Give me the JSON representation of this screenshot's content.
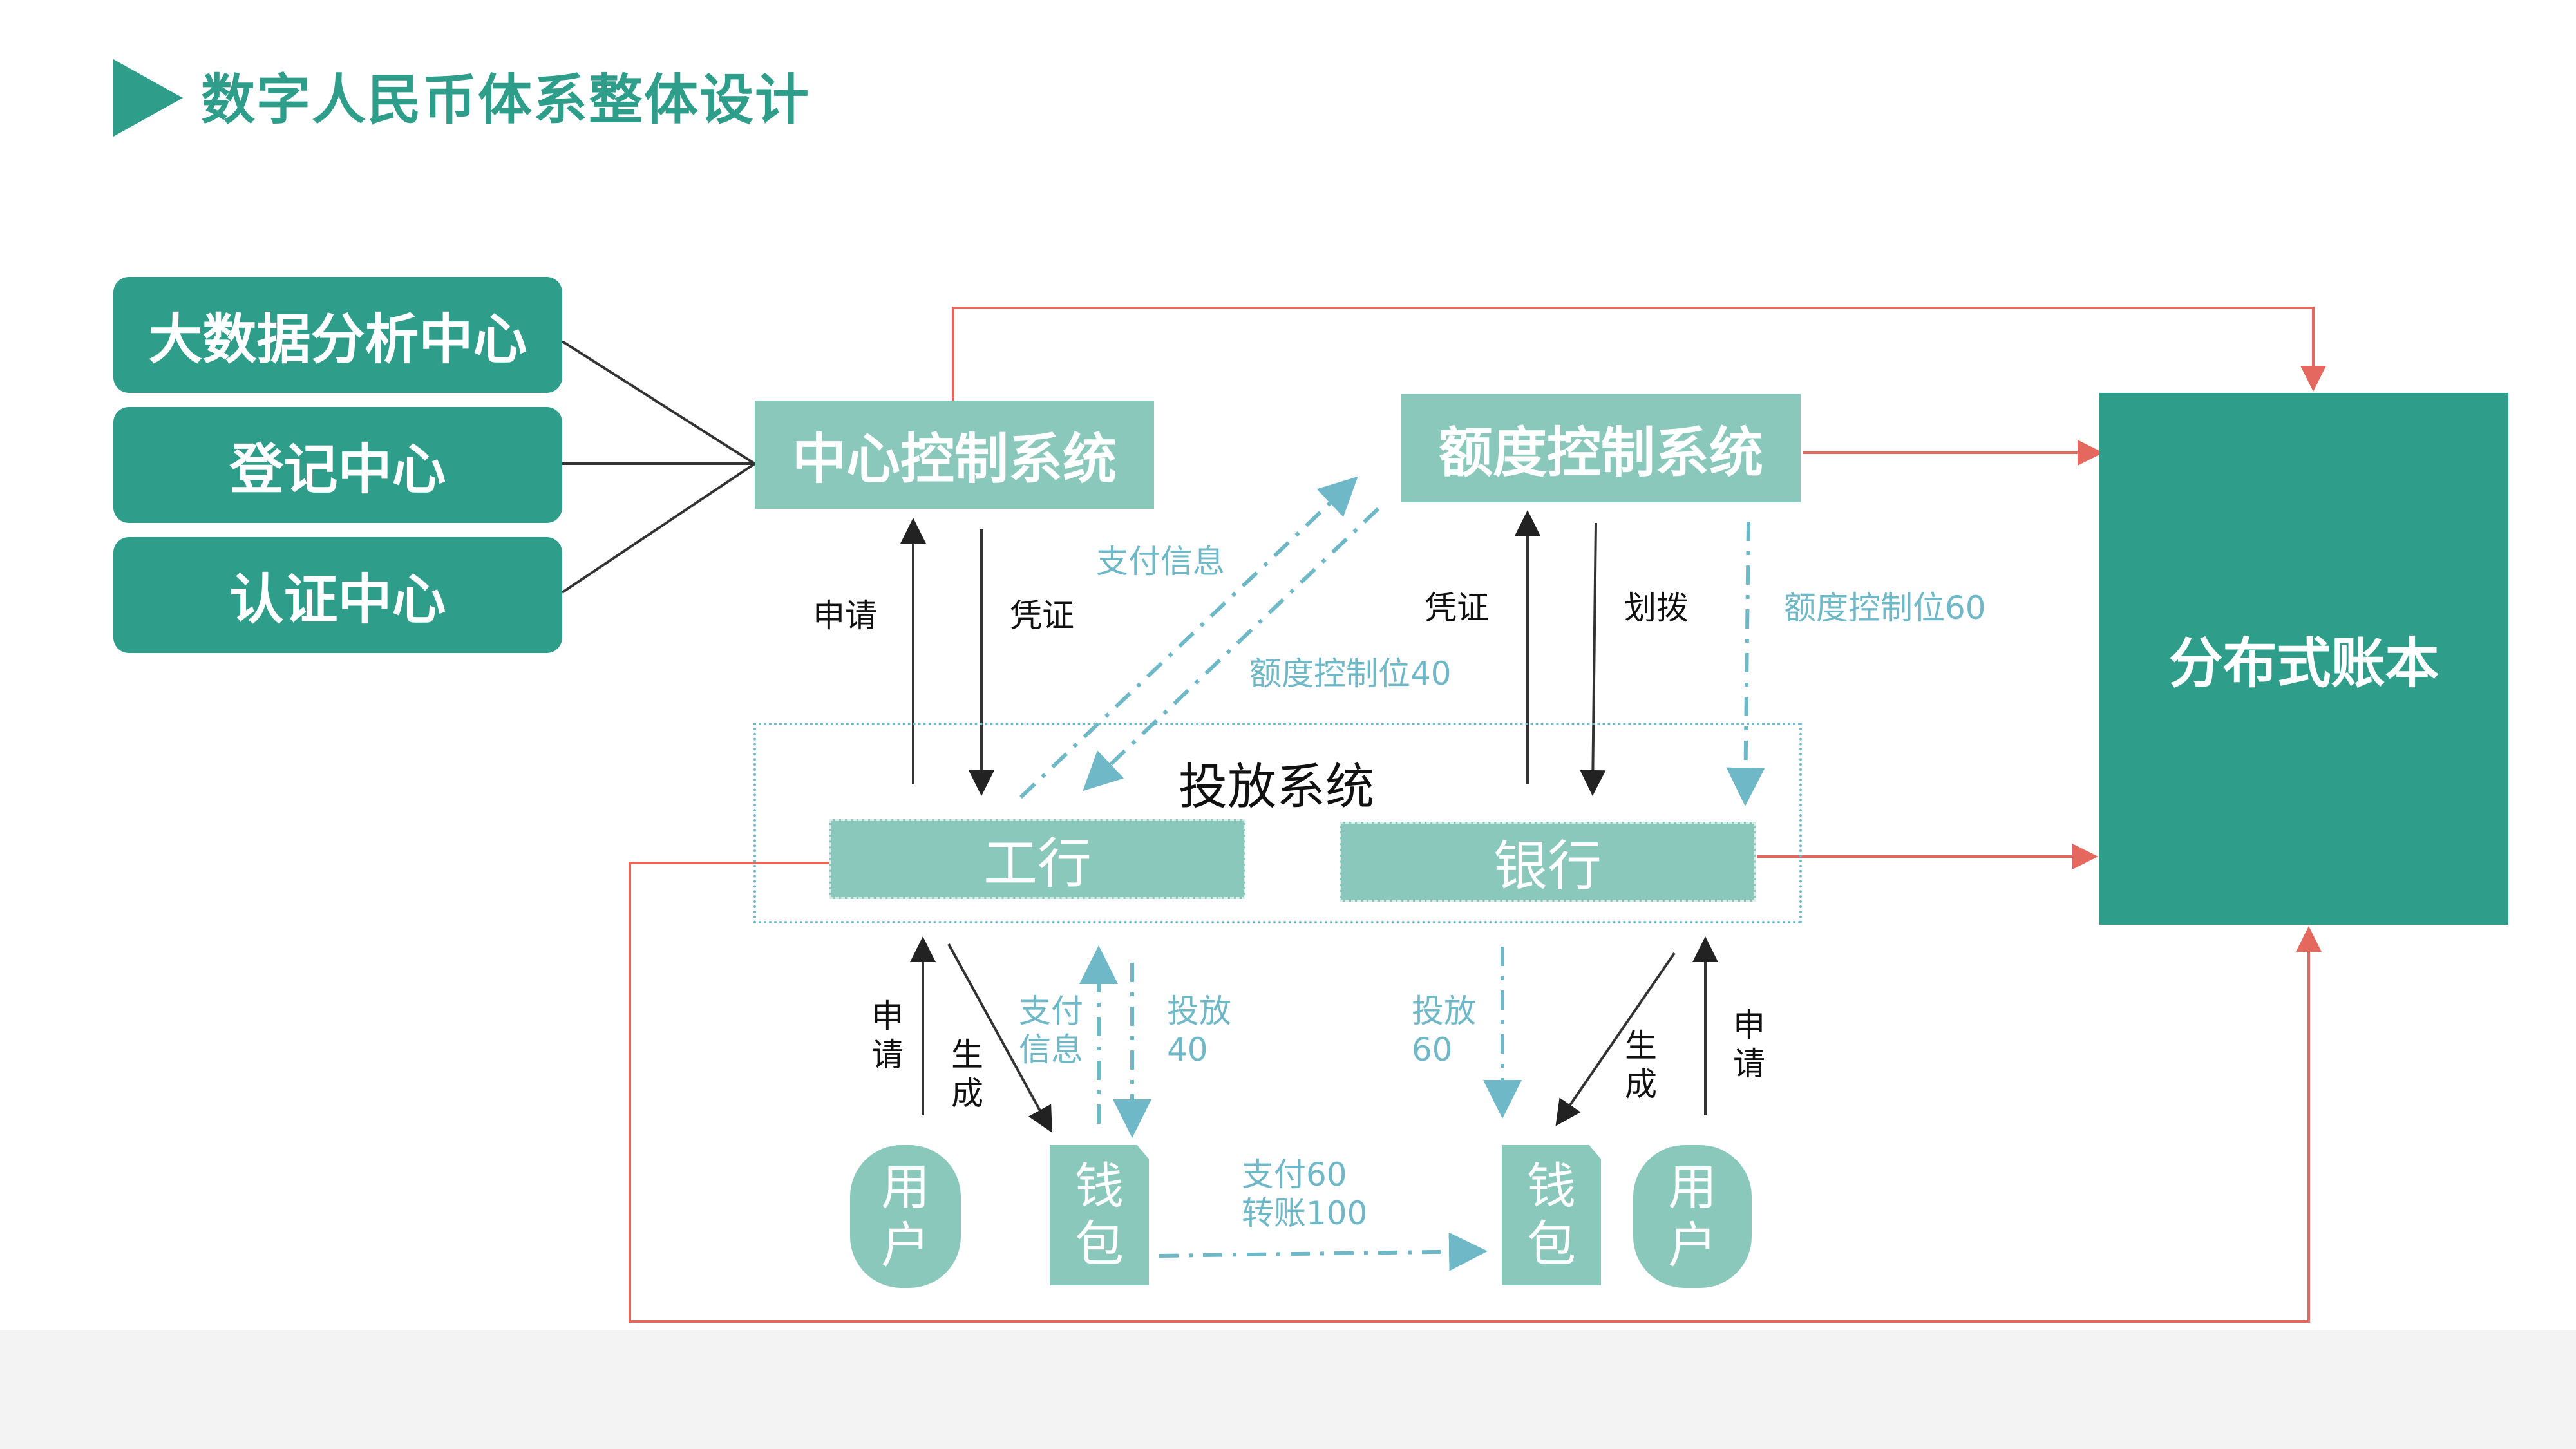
{
  "title": "数字人民币体系整体设计",
  "left_boxes": [
    "大数据分析中心",
    "登记中心",
    "认证中心"
  ],
  "central_control": "中心控制系统",
  "quota_control": "额度控制系统",
  "ledger": "分布式账本",
  "issuance_system": "投放系统",
  "banks": {
    "icbc": "工行",
    "bank": "银行"
  },
  "labels": {
    "apply": "申请",
    "voucher": "凭证",
    "voucher2": "凭证",
    "allocate": "划拨",
    "payment_info": "支付信息",
    "quota_bit_40": "额度控制位40",
    "quota_bit_60": "额度控制位60",
    "left_apply": [
      "申",
      "请"
    ],
    "left_generate": [
      "生",
      "成"
    ],
    "left_payment_info": [
      "支付",
      "信息"
    ],
    "left_issue": [
      "投放",
      "40"
    ],
    "right_issue": [
      "投放",
      "60"
    ],
    "right_generate": [
      "生",
      "成"
    ],
    "right_apply": [
      "申",
      "请"
    ],
    "transfer": [
      "支付60",
      "转账100"
    ]
  },
  "user": [
    "用",
    "户"
  ],
  "wallet": [
    "钱",
    "包"
  ],
  "colors": {
    "teal_dark": "#2e9e8a",
    "teal_light": "#8ac8bc",
    "dash_blue": "#6fb8c8",
    "red_line": "#e5685f"
  }
}
